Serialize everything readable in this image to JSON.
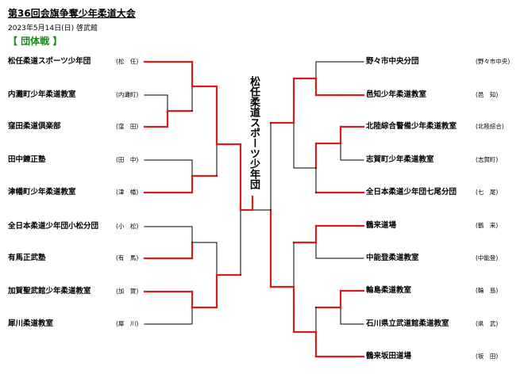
{
  "header": {
    "title": "第36回会旗争奪少年柔道大会",
    "date": "2023年5月14日(日)",
    "venue": "啓武館",
    "event_label": "【 団体戦 】"
  },
  "champion": "松任柔道スポーツ少年団",
  "left_teams": [
    {
      "name": "松任柔道スポーツ少年団",
      "abbr": "(松　任)"
    },
    {
      "name": "内灘町少年柔道教室",
      "abbr": "(内灘町)"
    },
    {
      "name": "窪田柔道倶楽部",
      "abbr": "(窪　田)"
    },
    {
      "name": "田中錬正塾",
      "abbr": "(田　中)"
    },
    {
      "name": "津幡町少年柔道教室",
      "abbr": "(津　幡)"
    },
    {
      "name": "全日本柔道少年団小松分団",
      "abbr": "(小　松)"
    },
    {
      "name": "有馬正武塾",
      "abbr": "(有　馬)"
    },
    {
      "name": "加賀聖武館少年柔道教室",
      "abbr": "(加　賀)"
    },
    {
      "name": "犀川柔道教室",
      "abbr": "(犀　川)"
    }
  ],
  "right_teams": [
    {
      "name": "野々市中央分団",
      "abbr": "(野々市中央)"
    },
    {
      "name": "邑知少年柔道教室",
      "abbr": "(邑　知)"
    },
    {
      "name": "北陸綜合警備少年柔道教室",
      "abbr": "(北陸綜合)"
    },
    {
      "name": "志賀町少年柔道教室",
      "abbr": "(志賀町)"
    },
    {
      "name": "全日本柔道少年団七尾分団",
      "abbr": "(七　尾)"
    },
    {
      "name": "鶴来道場",
      "abbr": "(鶴　来)"
    },
    {
      "name": "中能登柔道教室",
      "abbr": "(中能登)"
    },
    {
      "name": "輪島柔道教室",
      "abbr": "(輪　島)"
    },
    {
      "name": "石川県立武道館柔道教室",
      "abbr": "(県　武)"
    },
    {
      "name": "鶴来坂田道場",
      "abbr": "(坂　田)"
    }
  ],
  "colors": {
    "winner_line": "#d41f1f",
    "loser_line": "#000000",
    "event_label": "#1a8a1a"
  }
}
